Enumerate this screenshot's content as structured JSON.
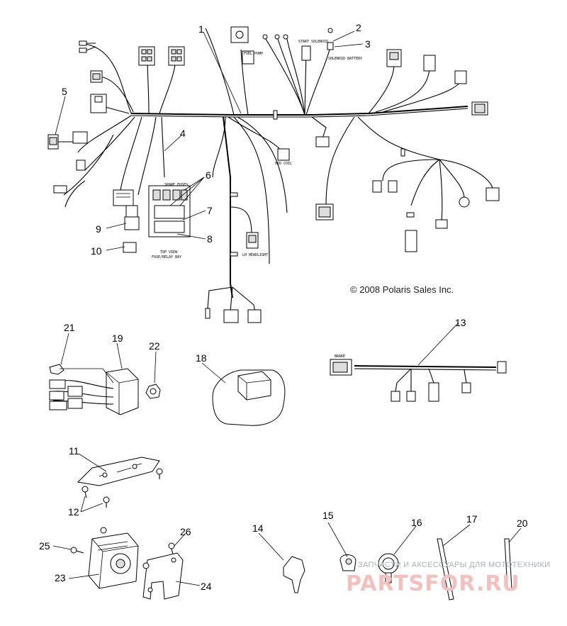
{
  "copyright": "© 2008 Polaris Sales Inc.",
  "watermark": {
    "line1": "ЗАПЧАСТИ И АКСЕССУАРЫ ДЛЯ МОТОТЕХНИКИ",
    "line2": "PARTSFOR.RU"
  },
  "callouts": [
    "1",
    "2",
    "3",
    "4",
    "5",
    "6",
    "7",
    "8",
    "9",
    "10",
    "11",
    "12",
    "13",
    "14",
    "15",
    "16",
    "17",
    "18",
    "19",
    "20",
    "21",
    "22",
    "23",
    "24",
    "25",
    "26"
  ],
  "tiny_labels": {
    "fuel_pump": "FUEL PUMP",
    "start_solenoid": "START SOLENOID",
    "solenoid_battery": "SOLENOID BATTERY",
    "hid_coil": "HID COIL",
    "lh_headlight": "LH HEADLIGHT",
    "spare_fuses": "SPARE FUSES",
    "top_view": "TOP VIEW",
    "fuse_relay_bay": "FUSE/RELAY BAY",
    "brake_lamp": "BRAKE"
  }
}
